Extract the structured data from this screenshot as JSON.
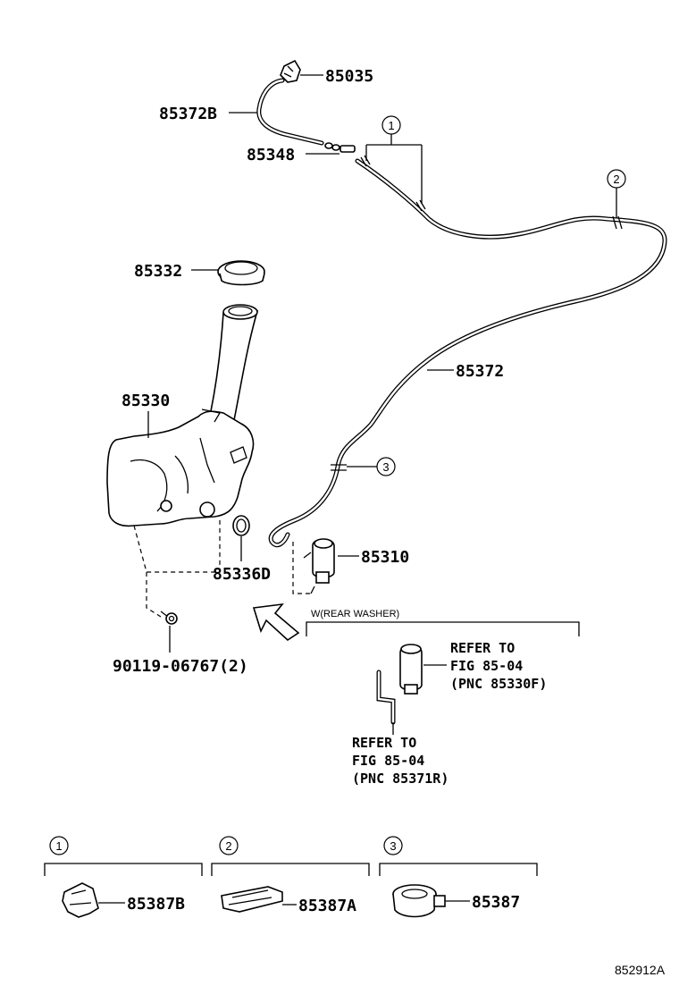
{
  "parts": {
    "p85035": "85035",
    "p85372B": "85372B",
    "p85348": "85348",
    "p85332": "85332",
    "p85330": "85330",
    "p85372": "85372",
    "p85310": "85310",
    "p85336D": "85336D",
    "p90119": "90119-06767(2)",
    "p85387B": "85387B",
    "p85387A": "85387A",
    "p85387": "85387"
  },
  "callouts": {
    "c1": "1",
    "c2": "2",
    "c3": "3"
  },
  "rear_washer": {
    "header": "W(REAR WASHER)",
    "refer_a": [
      "REFER TO",
      "FIG 85-04",
      "(PNC 85330F)"
    ],
    "refer_b": [
      "REFER TO",
      "FIG 85-04",
      "(PNC 85371R)"
    ]
  },
  "legend": {
    "l1": "1",
    "l2": "2",
    "l3": "3"
  },
  "figure_id": "852912A"
}
